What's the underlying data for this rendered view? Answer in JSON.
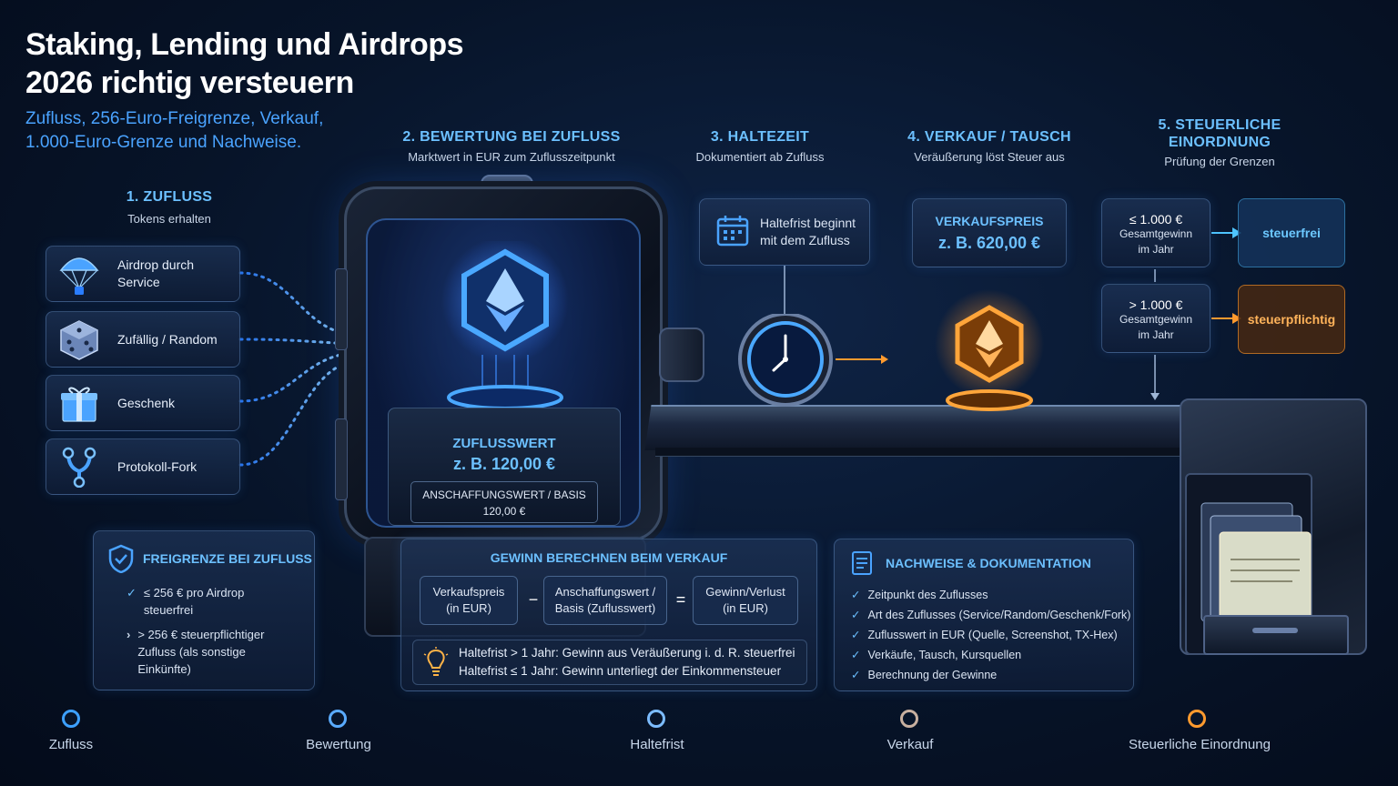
{
  "header": {
    "title_line1": "Staking, Lending und Airdrops",
    "title_line2": "2026 richtig versteuern",
    "subtitle_line1": "Zufluss, 256-Euro-Freigrenze, Verkauf,",
    "subtitle_line2": "1.000-Euro-Grenze und Nachweise."
  },
  "steps": {
    "s1": {
      "title": "1.  ZUFLUSS",
      "sub": "Tokens erhalten"
    },
    "s2": {
      "title": "2. BEWERTUNG BEI ZUFLUSS",
      "sub": "Marktwert in EUR zum Zuflusszeitpunkt"
    },
    "s3": {
      "title": "3. HALTEZEIT",
      "sub": "Dokumentiert ab Zufluss"
    },
    "s4": {
      "title": "4. VERKAUF / TAUSCH",
      "sub": "Veräußerung löst Steuer aus"
    },
    "s5": {
      "title_line1": "5. STEUERLICHE",
      "title_line2": "EINORDNUNG",
      "sub": "Prüfung der Grenzen"
    }
  },
  "sources": [
    {
      "label_line1": "Airdrop durch",
      "label_line2": "Service",
      "icon": "parachute-icon"
    },
    {
      "label_line1": "Zufällig / Random",
      "label_line2": "",
      "icon": "dice-icon"
    },
    {
      "label_line1": "Geschenk",
      "label_line2": "",
      "icon": "gift-icon"
    },
    {
      "label_line1": "Protokoll-Fork",
      "label_line2": "",
      "icon": "fork-icon"
    }
  ],
  "valuation": {
    "label": "ZUFLUSSWERT",
    "value": "z. B. 120,00 €",
    "basis_label": "ANSCHAFFUNGSWERT / BASIS",
    "basis_value": "120,00 €"
  },
  "holding": {
    "line1": "Haltefrist beginnt",
    "line2": "mit dem Zufluss"
  },
  "sale": {
    "label": "VERKAUFSPREIS",
    "value": "z. B. 620,00 €"
  },
  "classification": {
    "low_line1": "≤ 1.000 €",
    "low_line2": "Gesamtgewinn",
    "low_line3": "im Jahr",
    "high_line1": "> 1.000 €",
    "high_line2": "Gesamtgewinn",
    "high_line3": "im Jahr",
    "tax_free": "steuerfrei",
    "taxable": "steuerpflichtig"
  },
  "freigrenze": {
    "title": "FREIGRENZE BEI ZUFLUSS",
    "item1_line1": "≤ 256 € pro Airdrop",
    "item1_line2": "steuerfrei",
    "item2_line1": "> 256 € steuerpflichtiger",
    "item2_line2": "Zufluss (als sonstige",
    "item2_line3": "Einkünfte)"
  },
  "gewinn": {
    "title": "GEWINN BERECHNEN BEIM VERKAUF",
    "f1_line1": "Verkaufspreis",
    "f1_line2": "(in EUR)",
    "minus": "−",
    "f2_line1": "Anschaffungswert /",
    "f2_line2": "Basis (Zuflusswert)",
    "equals": "=",
    "f3_line1": "Gewinn/Verlust",
    "f3_line2": "(in EUR)",
    "note_line1": "Haltefrist > 1 Jahr: Gewinn aus Veräußerung i. d. R. steuerfrei",
    "note_line2": "Haltefrist ≤ 1 Jahr: Gewinn unterliegt der Einkommensteuer"
  },
  "nachweise": {
    "title": "NACHWEISE & DOKUMENTATION",
    "items": [
      "Zeitpunkt des Zuflusses",
      "Art des Zuflusses (Service/Random/Geschenk/Fork)",
      "Zuflusswert in EUR (Quelle, Screenshot, TX-Hex)",
      "Verkäufe, Tausch, Kursquellen",
      "Berechnung der Gewinne"
    ]
  },
  "timeline": [
    "Zufluss",
    "Bewertung",
    "Haltefrist",
    "Verkauf",
    "Steuerliche Einordnung"
  ],
  "colors": {
    "accent_blue": "#4aa3ff",
    "accent_orange": "#ff9a2e",
    "background": "#071429"
  }
}
